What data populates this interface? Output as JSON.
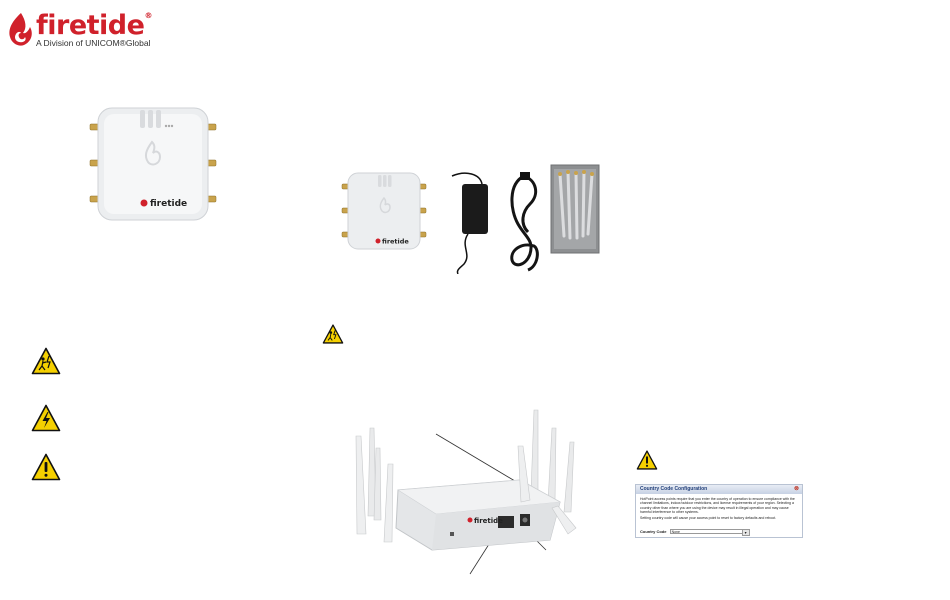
{
  "logo": {
    "brand": "firetide",
    "reg_mark": "®",
    "subtitle": "A Division of UNICOM®Global"
  },
  "device_label": "firetide",
  "warning_icons": {
    "hazard": "electrocution-hazard-icon",
    "electric": "high-voltage-icon",
    "caution": "caution-exclamation-icon"
  },
  "colors": {
    "brand_red": "#d0212b",
    "warning_yellow": "#f5d000",
    "device_white": "#ecedef"
  },
  "country_dialog": {
    "title": "Country Code Configuration",
    "close": "⊗",
    "paragraph1": "HotPoint access points require that you enter the country of operation to ensure compliance with the channel limitations, indoor/outdoor restrictions, and license requirements of your region. Selecting a country other than where you are using the device may result in illegal operation and may cause harmful interference to other systems.",
    "paragraph2": "Setting country code will cause your access point to reset to factory defaults and reboot.",
    "field_label": "Country Code",
    "field_value": "None",
    "select_arrow": "▾"
  }
}
